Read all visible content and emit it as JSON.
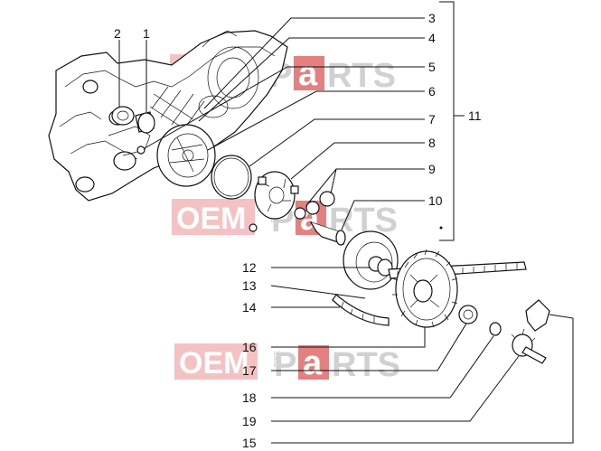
{
  "watermark": {
    "part1": "OEM",
    "part2": "BIKE",
    "part3": "P",
    "part4": "a",
    "part5": "RTS"
  },
  "colors": {
    "watermark_red": "#e06b6b",
    "watermark_red_box": "#f3b8b8",
    "watermark_gray": "#c9c9c9",
    "line": "#111111"
  },
  "callouts": {
    "c1": "1",
    "c2": "2",
    "c3": "3",
    "c4": "4",
    "c5": "5",
    "c6": "6",
    "c7": "7",
    "c8": "8",
    "c9": "9",
    "c10": "10",
    "c11": "11",
    "c12": "12",
    "c13": "13",
    "c14": "14",
    "c15": "15",
    "c16": "16",
    "c17": "17",
    "c18": "18",
    "c19": "19"
  }
}
